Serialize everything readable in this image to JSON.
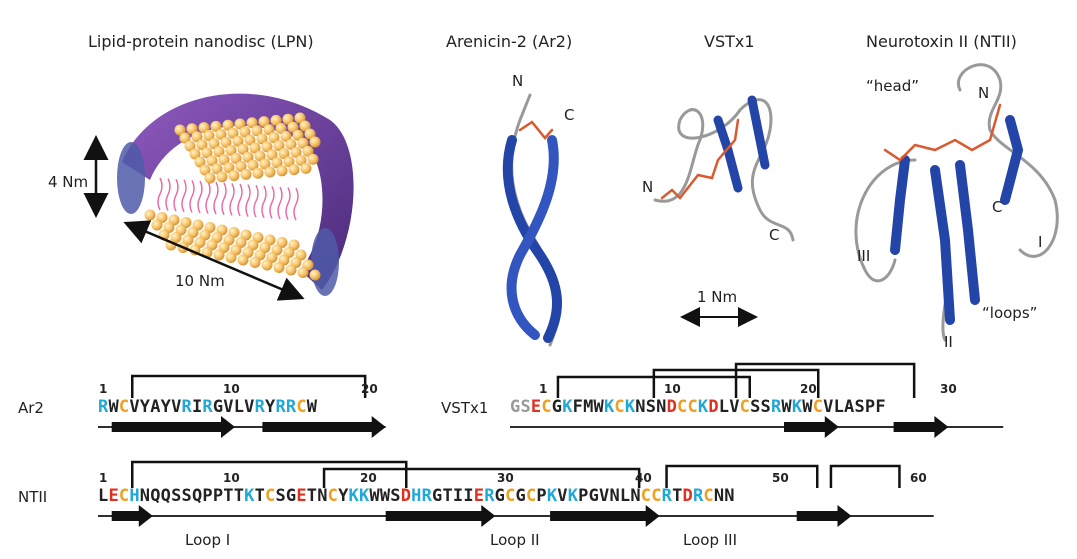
{
  "titles": {
    "lpn": "Lipid-protein nanodisc (LPN)",
    "ar2": "Arenicin-2 (Ar2)",
    "vstx1": "VSTx1",
    "ntii": "Neurotoxin II (NTII)"
  },
  "lpn": {
    "height_label": "4 Nm",
    "width_label": "10 Nm"
  },
  "ar2_struct": {
    "n": "N",
    "c": "C"
  },
  "vstx1_struct": {
    "n": "N",
    "c": "C",
    "scale": "1 Nm"
  },
  "ntii_struct": {
    "head": "“head”",
    "loops": "“loops”",
    "n": "N",
    "c": "C",
    "loop1": "I",
    "loop2": "II",
    "loop3": "III"
  },
  "colors": {
    "cys": "#f0a020",
    "acid": "#e03020",
    "basic": "#20a8d8",
    "other": "#222222",
    "gray": "#999999",
    "ribbon": "#2445a8",
    "disulfide": "#d85a30",
    "disc": "#6a3a9a"
  },
  "ar2_seq": {
    "label": "Ar2",
    "numbers": [
      "1",
      "10",
      "20"
    ],
    "residues": [
      [
        "R",
        "b"
      ],
      [
        "W",
        "o"
      ],
      [
        "C",
        "c"
      ],
      [
        "V",
        "o"
      ],
      [
        "Y",
        "o"
      ],
      [
        "A",
        "o"
      ],
      [
        "Y",
        "o"
      ],
      [
        "V",
        "o"
      ],
      [
        "R",
        "b"
      ],
      [
        "I",
        "o"
      ],
      [
        "R",
        "b"
      ],
      [
        "G",
        "o"
      ],
      [
        "V",
        "o"
      ],
      [
        "L",
        "o"
      ],
      [
        "V",
        "o"
      ],
      [
        "R",
        "b"
      ],
      [
        "Y",
        "o"
      ],
      [
        "R",
        "b"
      ],
      [
        "R",
        "b"
      ],
      [
        "C",
        "c"
      ],
      [
        "W",
        "o"
      ]
    ]
  },
  "vstx1_seq": {
    "label": "VSTx1",
    "numbers": [
      "1",
      "10",
      "20",
      "30"
    ],
    "residues": [
      [
        "G",
        "g"
      ],
      [
        "S",
        "g"
      ],
      [
        "E",
        "a"
      ],
      [
        "C",
        "c"
      ],
      [
        "G",
        "o"
      ],
      [
        "K",
        "b"
      ],
      [
        "F",
        "o"
      ],
      [
        "M",
        "o"
      ],
      [
        "W",
        "o"
      ],
      [
        "K",
        "b"
      ],
      [
        "C",
        "c"
      ],
      [
        "K",
        "b"
      ],
      [
        "N",
        "o"
      ],
      [
        "S",
        "o"
      ],
      [
        "N",
        "o"
      ],
      [
        "D",
        "a"
      ],
      [
        "C",
        "c"
      ],
      [
        "C",
        "c"
      ],
      [
        "K",
        "b"
      ],
      [
        "D",
        "a"
      ],
      [
        "L",
        "o"
      ],
      [
        "V",
        "o"
      ],
      [
        "C",
        "c"
      ],
      [
        "S",
        "o"
      ],
      [
        "S",
        "o"
      ],
      [
        "R",
        "b"
      ],
      [
        "W",
        "o"
      ],
      [
        "K",
        "b"
      ],
      [
        "W",
        "o"
      ],
      [
        "C",
        "c"
      ],
      [
        "V",
        "o"
      ],
      [
        "L",
        "o"
      ],
      [
        "A",
        "o"
      ],
      [
        "S",
        "o"
      ],
      [
        "P",
        "o"
      ],
      [
        "F",
        "o"
      ]
    ]
  },
  "ntii_seq": {
    "label": "NTII",
    "numbers": [
      "1",
      "10",
      "20",
      "30",
      "40",
      "50",
      "60"
    ],
    "residues": [
      [
        "L",
        "o"
      ],
      [
        "E",
        "a"
      ],
      [
        "C",
        "c"
      ],
      [
        "H",
        "b"
      ],
      [
        "N",
        "o"
      ],
      [
        "Q",
        "o"
      ],
      [
        "Q",
        "o"
      ],
      [
        "S",
        "o"
      ],
      [
        "S",
        "o"
      ],
      [
        "Q",
        "o"
      ],
      [
        "P",
        "o"
      ],
      [
        "P",
        "o"
      ],
      [
        "T",
        "o"
      ],
      [
        "T",
        "o"
      ],
      [
        "K",
        "b"
      ],
      [
        "T",
        "o"
      ],
      [
        "C",
        "c"
      ],
      [
        "S",
        "o"
      ],
      [
        "G",
        "o"
      ],
      [
        "E",
        "a"
      ],
      [
        "T",
        "o"
      ],
      [
        "N",
        "o"
      ],
      [
        "C",
        "c"
      ],
      [
        "Y",
        "o"
      ],
      [
        "K",
        "b"
      ],
      [
        "K",
        "b"
      ],
      [
        "W",
        "o"
      ],
      [
        "W",
        "o"
      ],
      [
        "S",
        "o"
      ],
      [
        "D",
        "a"
      ],
      [
        "H",
        "b"
      ],
      [
        "R",
        "b"
      ],
      [
        "G",
        "o"
      ],
      [
        "T",
        "o"
      ],
      [
        "I",
        "o"
      ],
      [
        "I",
        "o"
      ],
      [
        "E",
        "a"
      ],
      [
        "R",
        "b"
      ],
      [
        "G",
        "o"
      ],
      [
        "C",
        "c"
      ],
      [
        "G",
        "o"
      ],
      [
        "C",
        "c"
      ],
      [
        "P",
        "o"
      ],
      [
        "K",
        "b"
      ],
      [
        "V",
        "o"
      ],
      [
        "K",
        "b"
      ],
      [
        "P",
        "o"
      ],
      [
        "G",
        "o"
      ],
      [
        "V",
        "o"
      ],
      [
        "N",
        "o"
      ],
      [
        "L",
        "o"
      ],
      [
        "N",
        "o"
      ],
      [
        "C",
        "c"
      ],
      [
        "C",
        "c"
      ],
      [
        "R",
        "b"
      ],
      [
        "T",
        "o"
      ],
      [
        "D",
        "a"
      ],
      [
        "R",
        "b"
      ],
      [
        "C",
        "c"
      ],
      [
        "N",
        "o"
      ],
      [
        "N",
        "o"
      ]
    ],
    "loops": [
      "Loop I",
      "Loop II",
      "Loop III"
    ]
  }
}
